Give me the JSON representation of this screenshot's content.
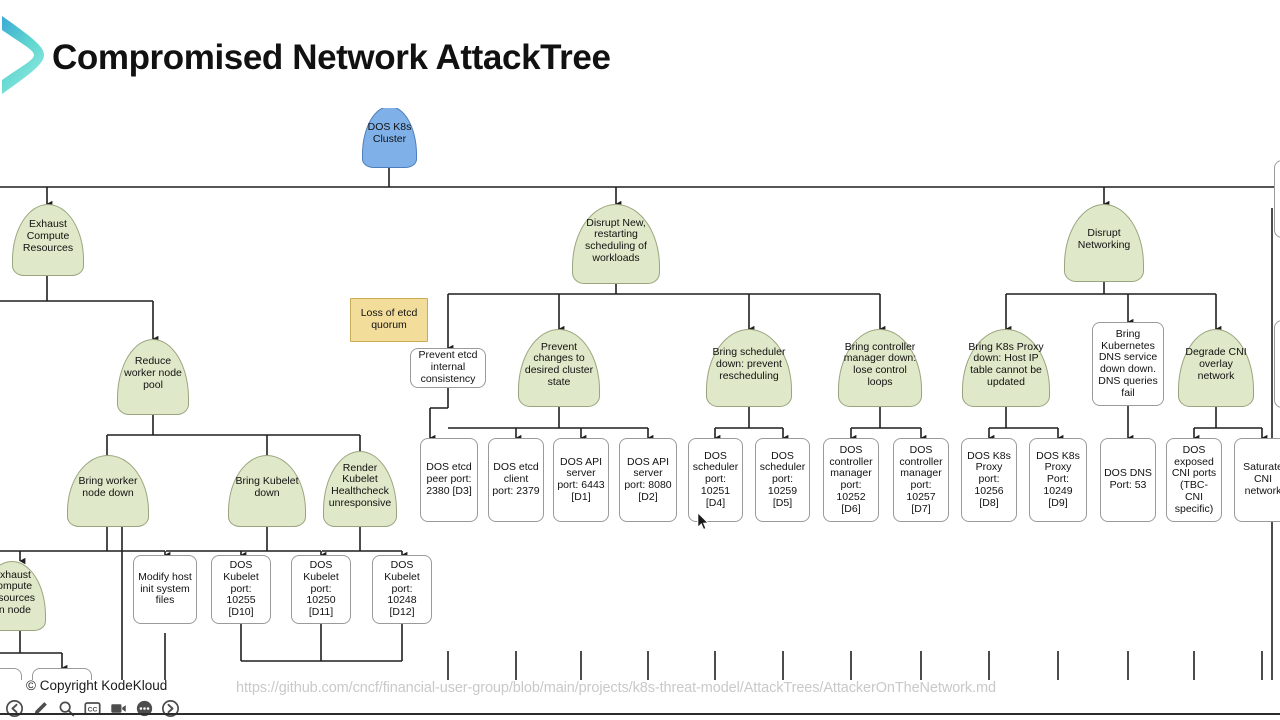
{
  "header": {
    "title": "Compromised Network AttackTree",
    "logo_name": "kodekloud-logo"
  },
  "footer": {
    "copyright": "© Copyright KodeKloud",
    "url": "https://github.com/cncf/financial-user-group/blob/main/projects/k8s-threat-model/AttackTrees/AttackerOnTheNetwork.md"
  },
  "toolbar": {
    "items": [
      {
        "name": "previous-slide-button",
        "icon": "arrow-left-circle-icon"
      },
      {
        "name": "annotate-pen-button",
        "icon": "pen-icon"
      },
      {
        "name": "zoom-search-button",
        "icon": "magnifier-icon"
      },
      {
        "name": "closed-captions-button",
        "icon": "cc-icon"
      },
      {
        "name": "video-button",
        "icon": "video-camera-icon"
      },
      {
        "name": "more-options-button",
        "icon": "ellipsis-icon"
      },
      {
        "name": "next-slide-button",
        "icon": "arrow-right-circle-icon"
      }
    ]
  },
  "colors": {
    "root_gate_fill": "#7fb1e8",
    "root_gate_stroke": "#4b7fbd",
    "gate_fill": "#dfe8c8",
    "gate_stroke": "#9aa57e",
    "leaf_fill": "#ffffff",
    "leaf_stroke": "#9a9a9a",
    "note_fill": "#f3dd9a",
    "note_stroke": "#c9ab58",
    "wire": "#1f1f1f",
    "url_text": "#c9c9c9"
  },
  "diagram": {
    "type": "attack-tree",
    "root": {
      "id": "root",
      "label": "DOS K8s Cluster",
      "shape": "gate",
      "variant": "root"
    },
    "level1": [
      {
        "id": "exhaust-compute-resources",
        "label": "Exhaust Compute Resources",
        "shape": "gate"
      },
      {
        "id": "disrupt-scheduling",
        "label": "Disrupt New, restarting scheduling of workloads",
        "shape": "gate"
      },
      {
        "id": "disrupt-networking",
        "label": "Disrupt Networking",
        "shape": "gate"
      }
    ],
    "level2": [
      {
        "id": "reduce-worker-node-pool",
        "label": "Reduce worker node pool",
        "shape": "gate"
      },
      {
        "id": "loss-of-etcd-quorum",
        "label": "Loss of etcd quorum",
        "shape": "note"
      },
      {
        "id": "prevent-etcd-internal-consistency",
        "label": "Prevent etcd internal consistency",
        "shape": "leaf"
      },
      {
        "id": "prevent-changes-to-desired-cluster-state",
        "label": "Prevent changes to desired cluster state",
        "shape": "gate"
      },
      {
        "id": "bring-scheduler-down",
        "label": "Bring scheduler down: prevent rescheduling",
        "shape": "gate"
      },
      {
        "id": "bring-controller-manager-down",
        "label": "Bring controller manager down: lose control loops",
        "shape": "gate"
      },
      {
        "id": "bring-k8s-proxy-down",
        "label": "Bring K8s Proxy down: Host IP table cannot be updated",
        "shape": "gate"
      },
      {
        "id": "bring-kubernetes-dns-down",
        "label": "Bring Kubernetes DNS service down down. DNS queries fail",
        "shape": "leaf"
      },
      {
        "id": "degrade-cni-overlay-network",
        "label": "Degrade CNI overlay network",
        "shape": "gate"
      }
    ],
    "level3": [
      {
        "id": "exhaust-compute-resources-on-node",
        "label": "Exhaust compute resources on node",
        "shape": "gate",
        "clipped": "left"
      },
      {
        "id": "bring-worker-node-down",
        "label": "Bring worker node down",
        "shape": "gate"
      },
      {
        "id": "bring-kubelet-down",
        "label": "Bring Kubelet down",
        "shape": "gate"
      },
      {
        "id": "render-kubelet-healthcheck-unresponsive",
        "label": "Render Kubelet Healthcheck unresponsive",
        "shape": "gate"
      }
    ],
    "leaves": [
      {
        "id": "dos-etcd-peer-port",
        "label": "DOS etcd peer port: 2380 [D3]",
        "shape": "leaf"
      },
      {
        "id": "dos-etcd-client-port",
        "label": "DOS etcd client port: 2379",
        "shape": "leaf"
      },
      {
        "id": "dos-api-server-6443",
        "label": "DOS API server port: 6443 [D1]",
        "shape": "leaf"
      },
      {
        "id": "dos-api-server-8080",
        "label": "DOS API server port: 8080 [D2]",
        "shape": "leaf"
      },
      {
        "id": "dos-scheduler-10251",
        "label": "DOS scheduler port: 10251 [D4]",
        "shape": "leaf"
      },
      {
        "id": "dos-scheduler-10259",
        "label": "DOS scheduler port: 10259 [D5]",
        "shape": "leaf"
      },
      {
        "id": "dos-controller-manager-10252",
        "label": "DOS controller manager port: 10252 [D6]",
        "shape": "leaf"
      },
      {
        "id": "dos-controller-manager-10257",
        "label": "DOS controller manager port: 10257 [D7]",
        "shape": "leaf"
      },
      {
        "id": "dos-k8s-proxy-10256",
        "label": "DOS K8s Proxy port: 10256 [D8]",
        "shape": "leaf"
      },
      {
        "id": "dos-k8s-proxy-10249",
        "label": "DOS K8s Proxy Port: 10249 [D9]",
        "shape": "leaf"
      },
      {
        "id": "dos-dns-53",
        "label": "DOS DNS Port: 53",
        "shape": "leaf"
      },
      {
        "id": "dos-exposed-cni-ports",
        "label": "DOS exposed CNI ports (TBC- CNI specific)",
        "shape": "leaf"
      },
      {
        "id": "saturate-cni-network",
        "label": "Saturate CNI network",
        "shape": "leaf",
        "clipped": "right"
      },
      {
        "id": "modify-host-init-system-files",
        "label": "Modify host init system files",
        "shape": "leaf"
      },
      {
        "id": "dos-kubelet-10255",
        "label": "DOS Kubelet port: 10255 [D10]",
        "shape": "leaf"
      },
      {
        "id": "dos-kubelet-10250",
        "label": "DOS Kubelet port: 10250 [D11]",
        "shape": "leaf"
      },
      {
        "id": "dos-kubelet-10248",
        "label": "DOS Kubelet port: 10248 [D12]",
        "shape": "leaf"
      }
    ]
  }
}
